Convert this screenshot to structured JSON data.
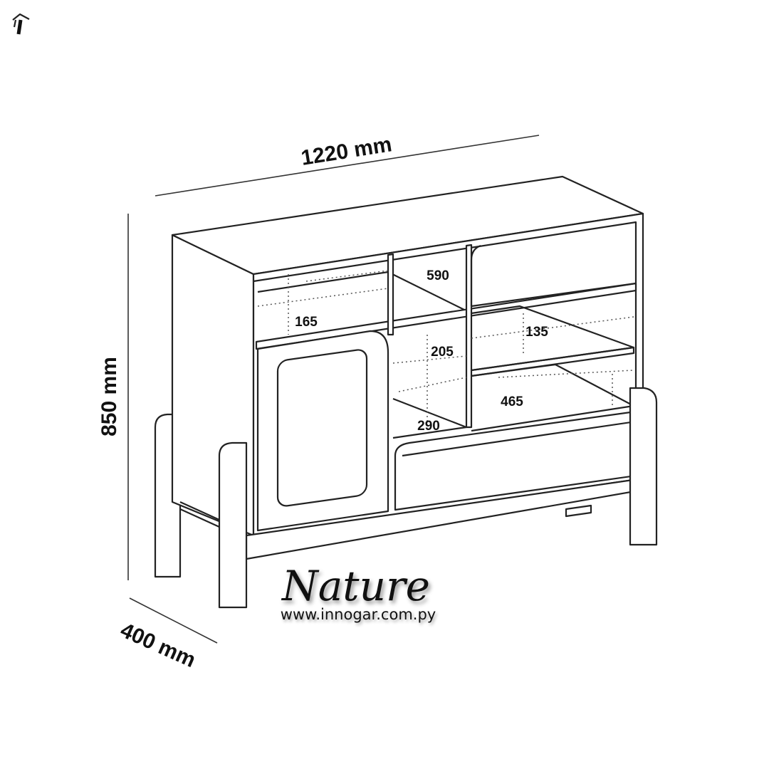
{
  "dimensions": {
    "width": "1220 mm",
    "height": "850 mm",
    "depth": "400 mm"
  },
  "inner_measurements": [
    "590",
    "165",
    "135",
    "205",
    "465",
    "290"
  ],
  "brand": {
    "name": "Nature",
    "website": "www.innogar.com.py",
    "logo_icon": "house-i-logo-icon"
  },
  "colors": {
    "line": "#222222",
    "background": "#ffffff"
  }
}
